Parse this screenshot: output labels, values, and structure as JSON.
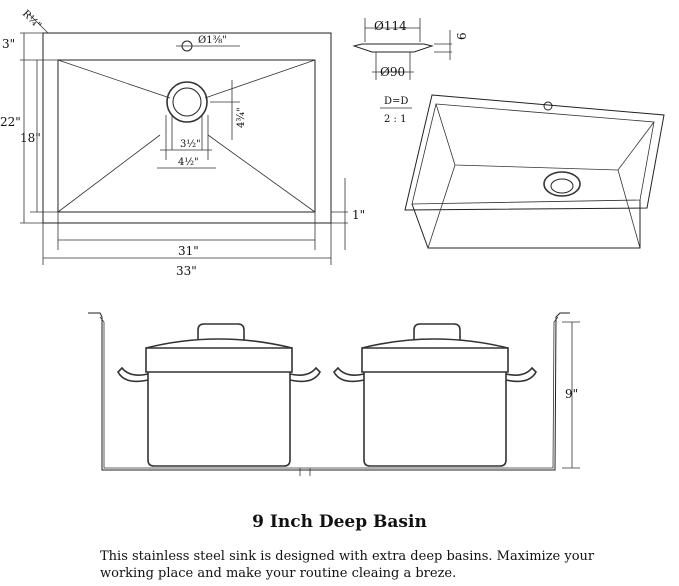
{
  "top_view": {
    "corner_radius": "R¼\"",
    "top_margin": "3\"",
    "outer_depth": "22\"",
    "inner_depth": "18\"",
    "drain_dia": "Ø1⅜\"",
    "drain_height": "4¾\"",
    "drain_inner": "3½\"",
    "drain_outer": "4½\"",
    "rim": "1\"",
    "inner_width": "31\"",
    "outer_width": "33\""
  },
  "strainer": {
    "outer_dia": "Ø114",
    "inner_dia": "Ø90",
    "height": "6"
  },
  "scale": {
    "note": "D=D",
    "ratio": "2 : 1"
  },
  "section": {
    "depth": "9\""
  },
  "caption": {
    "title": "9 Inch Deep Basin",
    "body": "This stainless steel sink is designed with extra deep basins. Maximize your working place and make your routine cleaing a breze."
  }
}
